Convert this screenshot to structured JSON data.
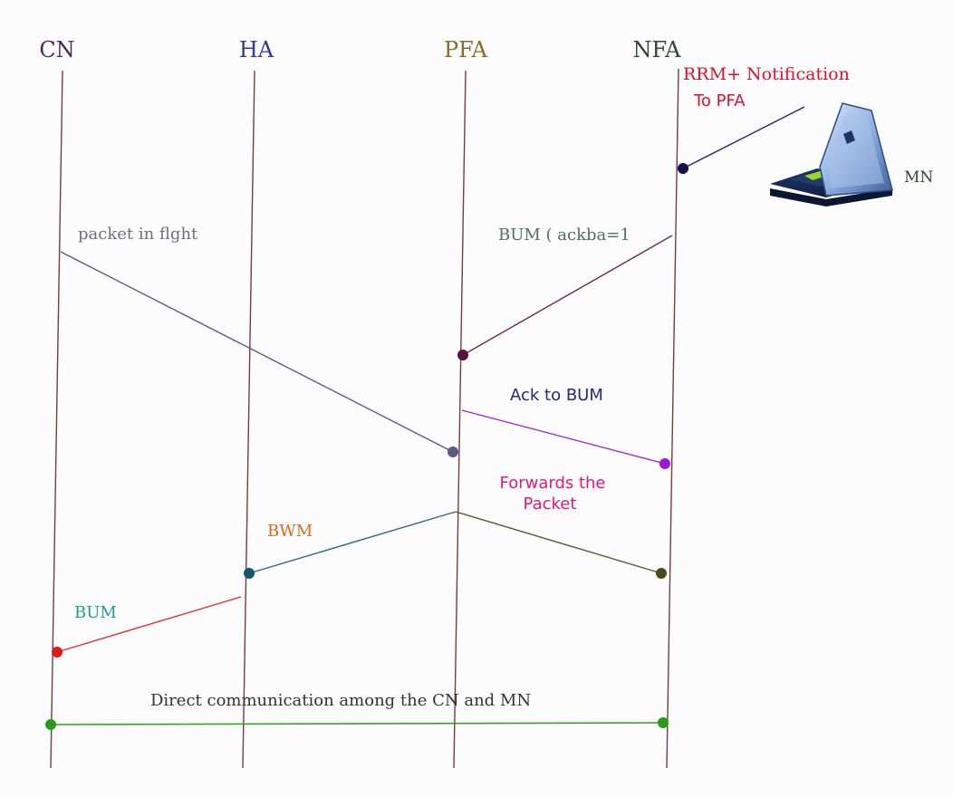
{
  "colors": {
    "background": "#fdfcfc",
    "lifeline": "#7a3b3b",
    "cn": "#4a2a5a",
    "ha": "#2d3aa3",
    "pfa": "#8a6a2a",
    "nfa": "#2e4a2e",
    "rrm": "#e0102c",
    "bum_ack": "#4d6e66",
    "packet_in_flight": "#7a6a80",
    "ack_to_bum": "#1f2a7a",
    "forwards": "#e0187a",
    "bwm": "#d96a1a",
    "bum": "#1aa089",
    "direct": "#333333"
  },
  "lifelines": {
    "cn": "CN",
    "ha": "HA",
    "pfa": "PFA",
    "nfa": "NFA"
  },
  "labels": {
    "rrm_line1": "RRM+ Notification",
    "rrm_line2": "To PFA",
    "mn": "MN",
    "packet_in_flight": "packet in flght",
    "bum_ack": "BUM ( ackba=1",
    "ack_to_bum": "Ack to BUM",
    "forwards_line1": "Forwards the",
    "forwards_line2": "Packet",
    "bwm": "BWM",
    "bum": "BUM",
    "direct": "Direct communication among the CN and MN"
  },
  "icons": {
    "mn_device": "laptop-icon"
  }
}
